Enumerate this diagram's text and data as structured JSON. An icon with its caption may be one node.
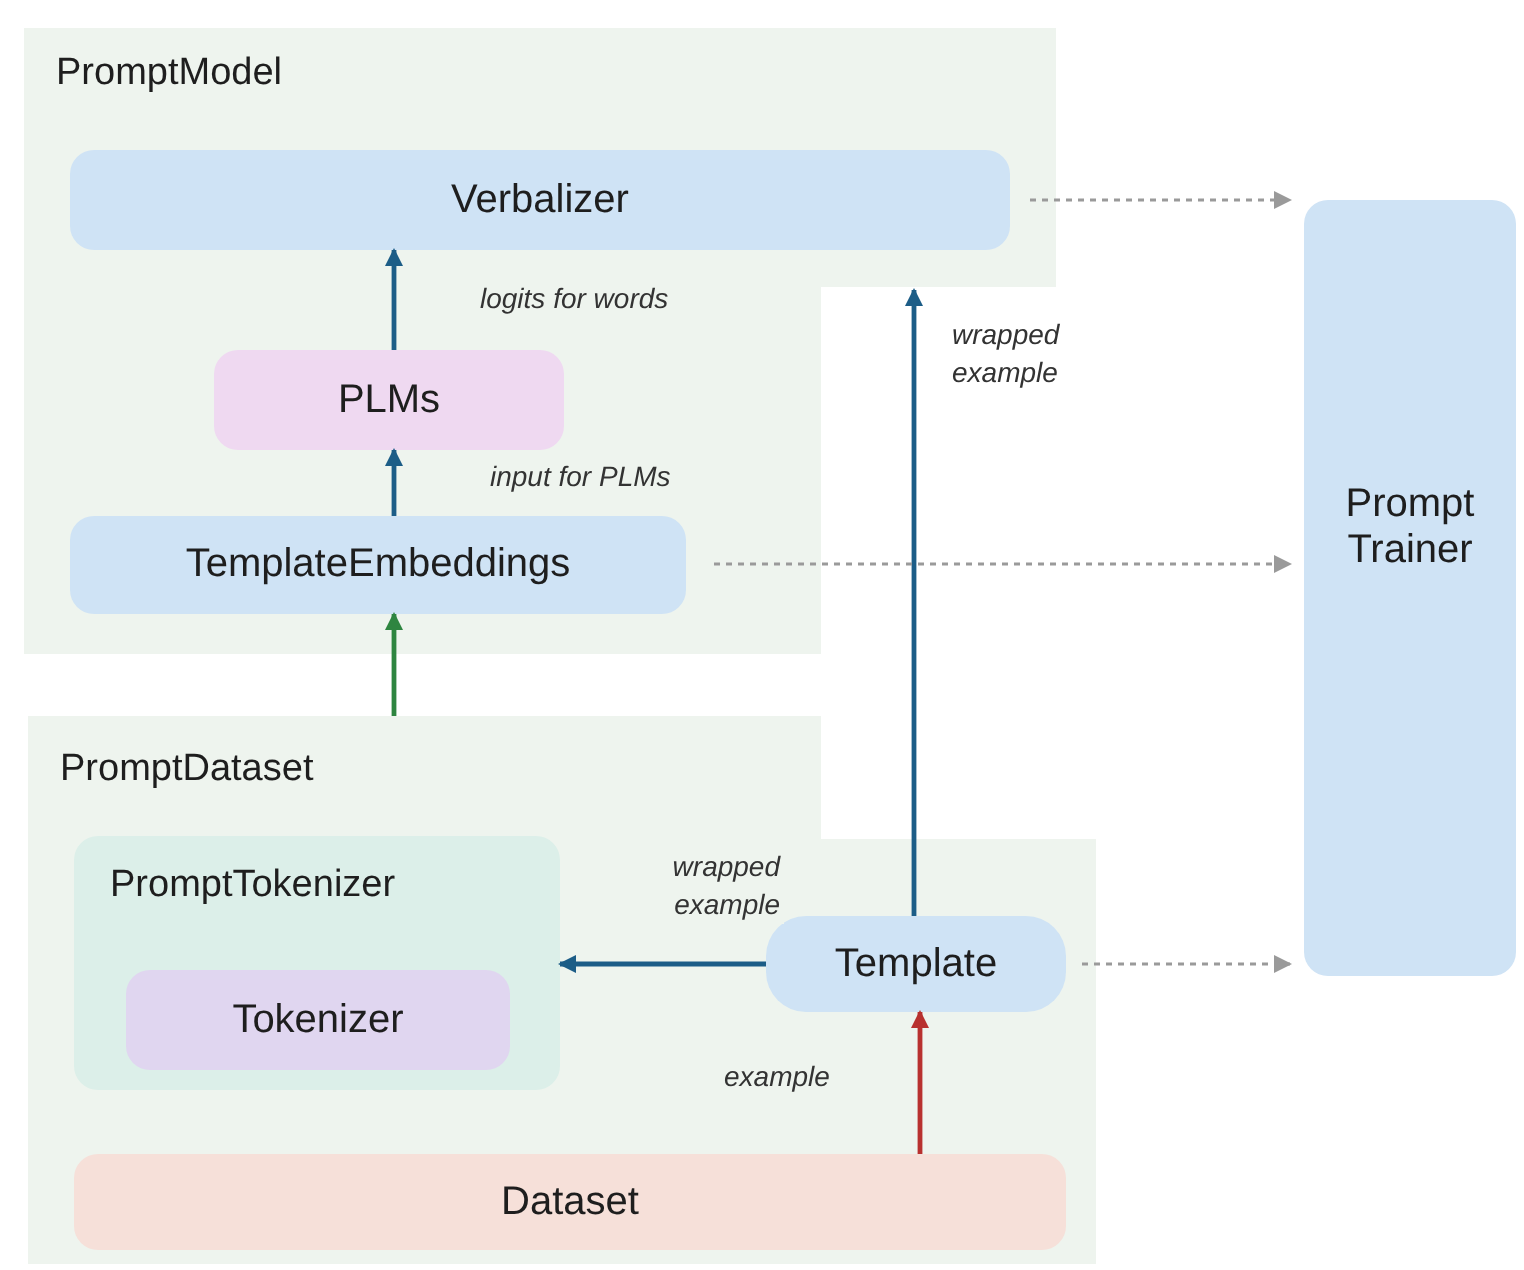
{
  "diagram": {
    "nodes": [
      {
        "text": [
          "PromptModel"
        ]
      },
      {
        "text": [
          "Verbalizer"
        ],
        "in": 0
      },
      {
        "text": [
          "PLMs"
        ],
        "in": 0
      },
      {
        "text": [
          "TemplateEmbeddings"
        ],
        "in": 0
      },
      {
        "text": [
          "PromptDataset"
        ]
      },
      {
        "text": [
          "PromptTokenizer"
        ],
        "in": 4
      },
      {
        "text": [
          "Tokenizer"
        ],
        "in": 5
      },
      {
        "text": [
          "Template"
        ],
        "in": 4
      },
      {
        "text": [
          "Dataset"
        ],
        "in": 4
      },
      {
        "text": [
          "Prompt Trainer"
        ]
      }
    ],
    "edges": [
      {
        "from": 2,
        "to": 1,
        "arrow": "to",
        "label": "logits for words"
      },
      {
        "from": 3,
        "to": 2,
        "arrow": "to",
        "label": "input for PLMs"
      },
      {
        "from": 4,
        "to": 3,
        "arrow": "to",
        "color": "#2e8540"
      },
      {
        "from": 7,
        "to": 0,
        "arrow": "to",
        "label": "wrapped example"
      },
      {
        "from": 7,
        "to": 5,
        "arrow": "to",
        "label": "wrapped example"
      },
      {
        "from": 8,
        "to": 7,
        "arrow": "to",
        "label": "example",
        "color": "#b8312f"
      },
      {
        "from": 1,
        "to": 9,
        "arrow": "to",
        "style": "dashed",
        "color": "#9a9a9a"
      },
      {
        "from": 3,
        "to": 9,
        "arrow": "to",
        "style": "dashed",
        "color": "#9a9a9a"
      },
      {
        "from": 7,
        "to": 9,
        "arrow": "to",
        "style": "dashed",
        "color": "#9a9a9a"
      }
    ]
  }
}
